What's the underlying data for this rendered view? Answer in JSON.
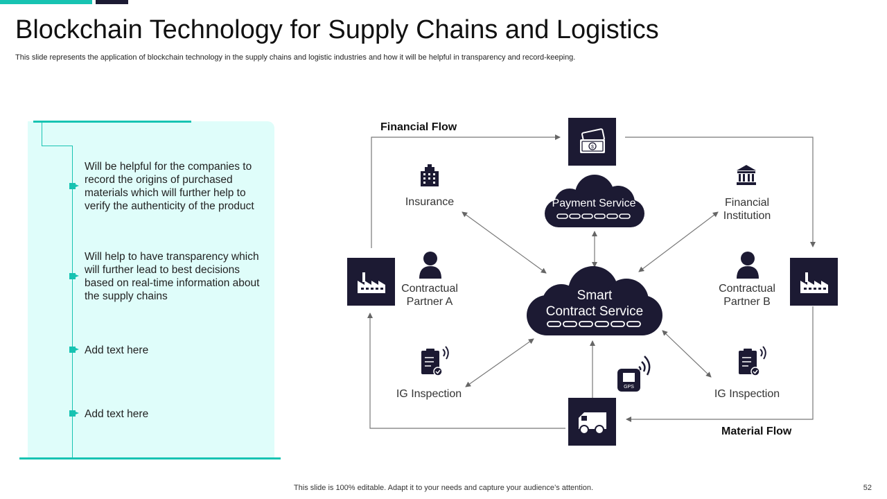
{
  "slide": {
    "title": "Blockchain Technology for Supply Chains and Logistics",
    "subtitle": "This slide represents the application of blockchain technology in the supply chains and logistic industries and how it will be helpful in transparency and record-keeping.",
    "footer": "This slide is 100% editable. Adapt it to your needs and capture your audience’s attention.",
    "page_number": "52"
  },
  "panel": {
    "items": [
      "Will be helpful  for the companies to record the origins of purchased materials which will further  help to verify  the authenticity  of the product",
      "Will help to have transparency  which will further  lead to best decisions based on real-time information about the supply chains",
      "Add text here",
      "Add text here"
    ]
  },
  "diagram": {
    "financial_flow": "Financial Flow",
    "material_flow": "Material Flow",
    "payment_service": "Payment Service",
    "smart_line1": "Smart",
    "smart_line2": "Contract Service",
    "insurance": "Insurance",
    "financial_line1": "Financial",
    "financial_line2": "Institution",
    "partner_a_line1": "Contractual",
    "partner_a_line2": "Partner A",
    "partner_b_line1": "Contractual",
    "partner_b_line2": "Partner B",
    "ig_left": "IG Inspection",
    "ig_right": "IG Inspection",
    "gps": "GPS"
  },
  "colors": {
    "accent": "#17c3b2",
    "dark": "#1c1a33",
    "panel_bg": "#dffdfa"
  }
}
